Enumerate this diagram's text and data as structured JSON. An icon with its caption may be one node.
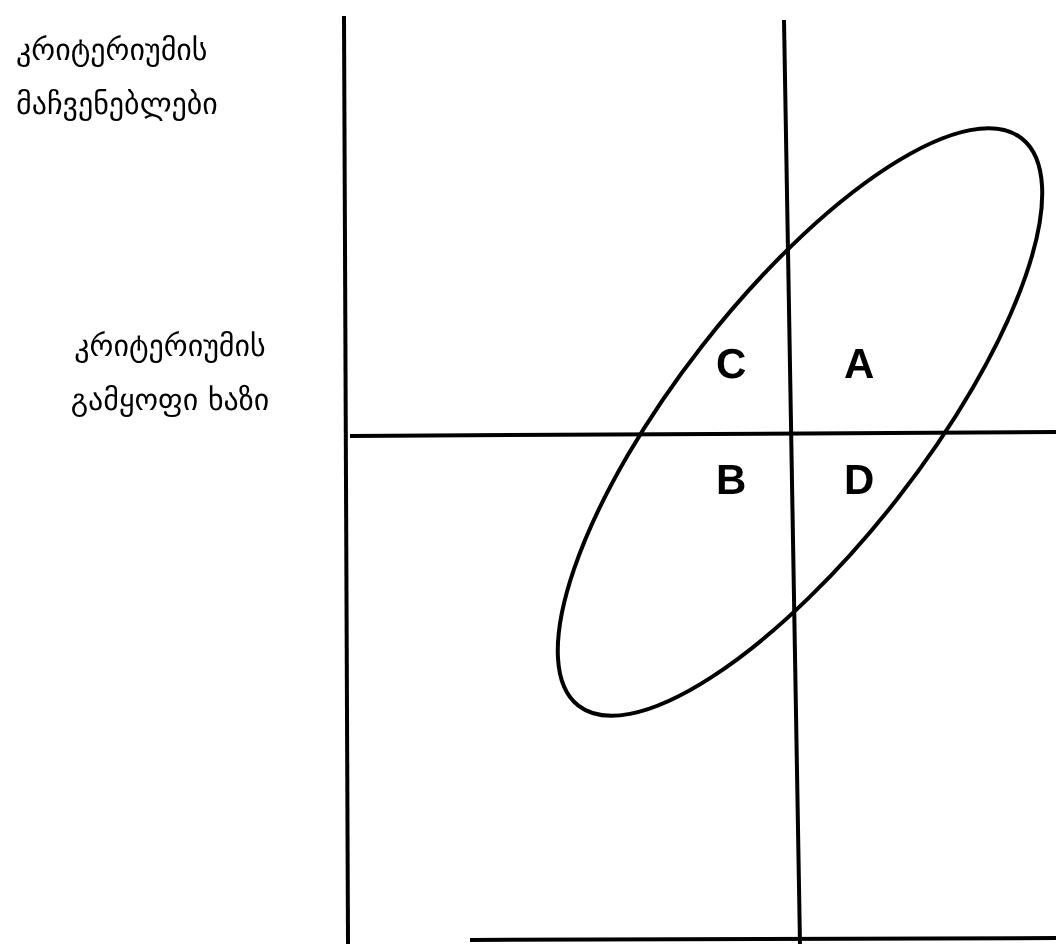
{
  "diagram": {
    "labels": [
      "კრიტერიუმის მაჩვენებლები",
      "კრიტერიუმის გამყოფი ხაზი",
      "C",
      "A",
      "B",
      "D"
    ]
  }
}
